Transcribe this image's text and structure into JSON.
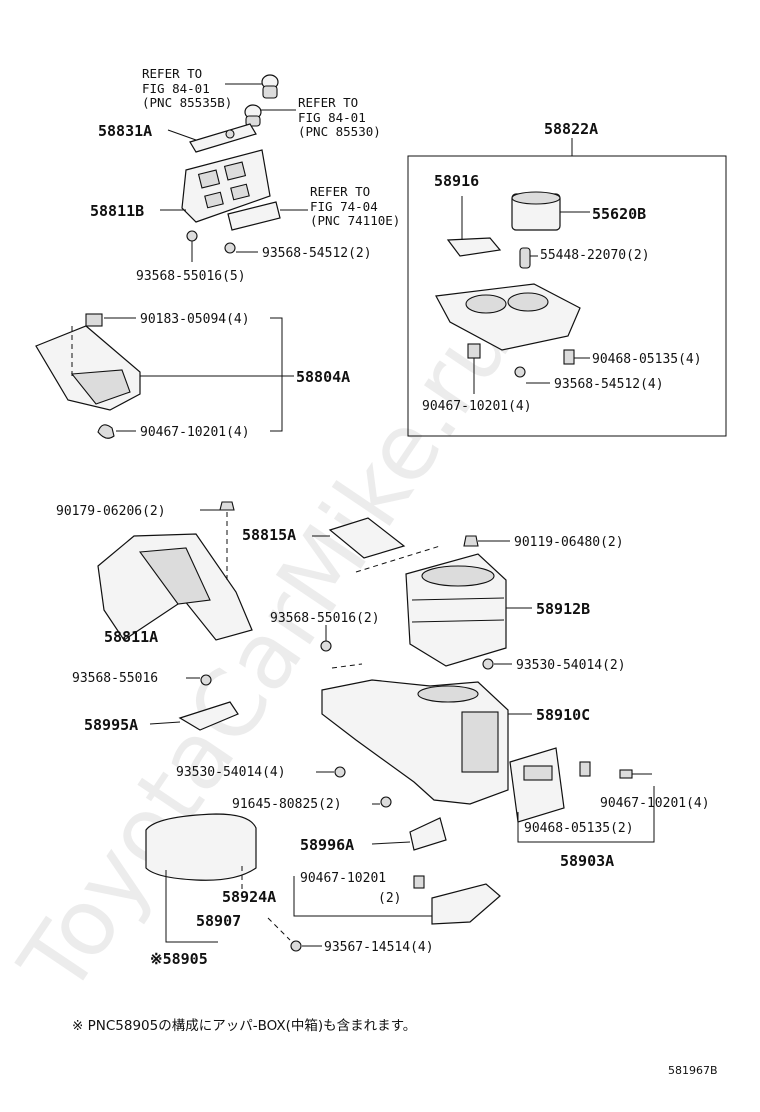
{
  "watermark": "ToyotaCarMike.ru",
  "refs": [
    {
      "line1": "REFER TO",
      "line2": "FIG  84-01",
      "line3": "(PNC 85535B)"
    },
    {
      "line1": "REFER TO",
      "line2": "FIG  84-01",
      "line3": "(PNC 85530)"
    },
    {
      "line1": "REFER TO",
      "line2": "FIG  74-04",
      "line3": "(PNC 74110E)"
    }
  ],
  "labels": {
    "p58831A": "58831A",
    "p58811B": "58811B",
    "p93568_55016_5": "93568-55016(5)",
    "p93568_54512_2": "93568-54512(2)",
    "p90183_05094_4": "90183-05094(4)",
    "p58804A": "58804A",
    "p90467_10201_4a": "90467-10201(4)",
    "p58822A": "58822A",
    "p58916": "58916",
    "p55620B": "55620B",
    "p55448_22070_2": "55448-22070(2)",
    "p90468_05135_4": "90468-05135(4)",
    "p93568_54512_4": "93568-54512(4)",
    "p90467_10201_4b": "90467-10201(4)",
    "p90179_06206_2": "90179-06206(2)",
    "p58815A": "58815A",
    "p90119_06480_2": "90119-06480(2)",
    "p93568_55016_2": "93568-55016(2)",
    "p58912B": "58912B",
    "p58811A": "58811A",
    "p93568_55016": "93568-55016",
    "p93530_54014_2": "93530-54014(2)",
    "p58995A": "58995A",
    "p58910C": "58910C",
    "p93530_54014_4": "93530-54014(4)",
    "p91645_80825_2": "91645-80825(2)",
    "p90467_10201_4c": "90467-10201(4)",
    "p90468_05135_2": "90468-05135(2)",
    "p58996A": "58996A",
    "p58903A": "58903A",
    "p90467_10201_a": "90467-10201",
    "p90467_qty2": "(2)",
    "p58924A": "58924A",
    "p58907": "58907",
    "p58905": "※58905",
    "p93567_14514_4": "93567-14514(4)"
  },
  "footnote": "※  PNC58905の構成にアッパ-BOX(中箱)も含まれます。",
  "drawing_code": "581967B"
}
